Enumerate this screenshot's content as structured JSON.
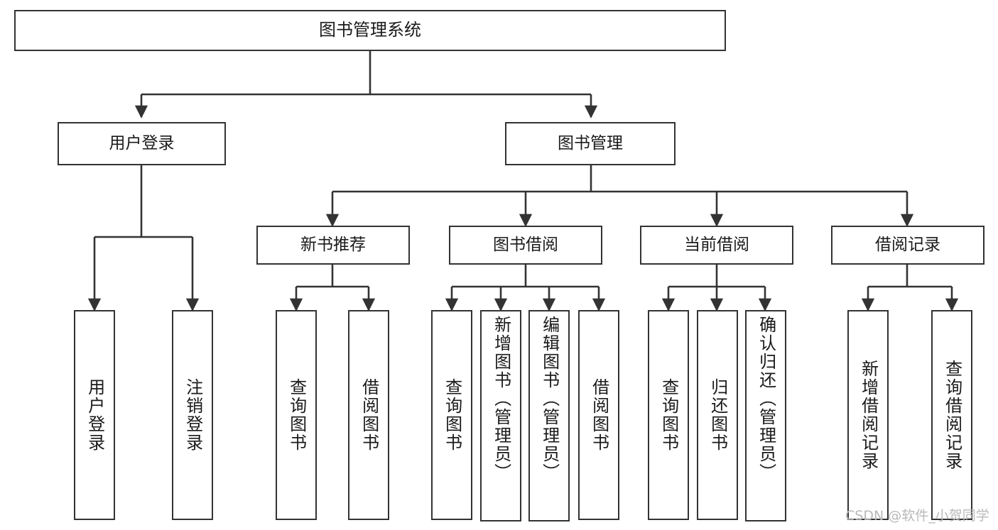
{
  "diagram": {
    "type": "tree",
    "title": "图书管理系统",
    "root": {
      "label": "图书管理系统"
    },
    "level1": [
      {
        "label": "用户登录"
      },
      {
        "label": "图书管理"
      }
    ],
    "level2": [
      {
        "label": "新书推荐"
      },
      {
        "label": "图书借阅"
      },
      {
        "label": "当前借阅"
      },
      {
        "label": "借阅记录"
      }
    ],
    "leaves": {
      "user_login": [
        {
          "label": "用户登录"
        },
        {
          "label": "注销登录"
        }
      ],
      "new_book_recommend": [
        {
          "label": "查询图书"
        },
        {
          "label": "借阅图书"
        }
      ],
      "book_borrow": [
        {
          "label": "查询图书"
        },
        {
          "label": "新增图书（管理员）"
        },
        {
          "label": "编辑图书（管理员）"
        },
        {
          "label": "借阅图书"
        }
      ],
      "current_borrow": [
        {
          "label": "查询图书"
        },
        {
          "label": "归还图书"
        },
        {
          "label": "确认归还（管理员）"
        }
      ],
      "borrow_record": [
        {
          "label": "新增借阅记录"
        },
        {
          "label": "查询借阅记录"
        }
      ]
    }
  },
  "watermark": {
    "text": "CSDN @软件_小贺同学"
  },
  "colors": {
    "border": "#333333",
    "text": "#1a1a1a",
    "background": "#ffffff",
    "watermark": "#b9b9b9"
  }
}
